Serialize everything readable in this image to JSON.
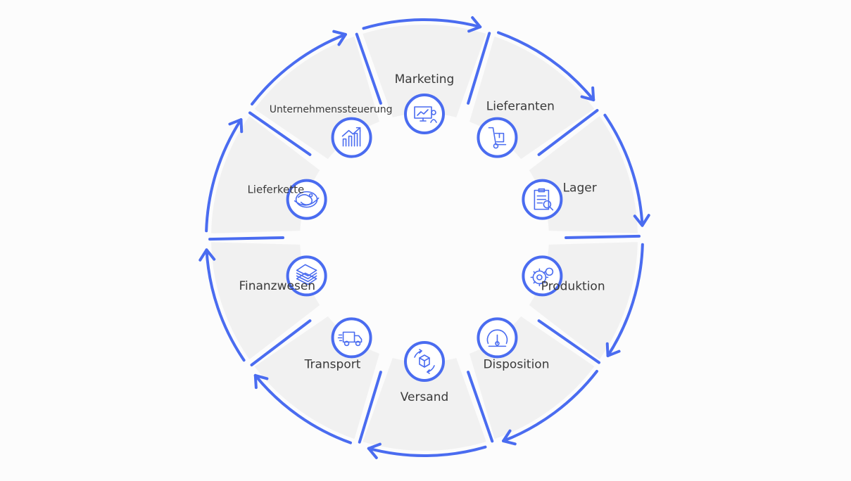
{
  "diagram": {
    "segments": [
      {
        "label": "Marketing",
        "icon": "presentation-chart-icon"
      },
      {
        "label": "Lieferanten",
        "icon": "hand-truck-icon"
      },
      {
        "label": "Lager",
        "icon": "clipboard-checklist-icon"
      },
      {
        "label": "Produktion",
        "icon": "gears-icon"
      },
      {
        "label": "Disposition",
        "icon": "speedometer-gauge-icon"
      },
      {
        "label": "Versand",
        "icon": "package-cycle-icon"
      },
      {
        "label": "Transport",
        "icon": "delivery-truck-icon"
      },
      {
        "label": "Finanzwesen",
        "icon": "money-stack-icon"
      },
      {
        "label": "Lieferkette",
        "icon": "globe-route-icon"
      },
      {
        "label": "Unternehmenssteuerung",
        "icon": "growth-chart-icon"
      }
    ],
    "colors": {
      "accent": "#4a6cf0",
      "segment_fill": "#f1f1f1",
      "background": "#fcfcfc",
      "text": "#3a3a3a",
      "icon_circle_fill": "#ffffff"
    }
  }
}
